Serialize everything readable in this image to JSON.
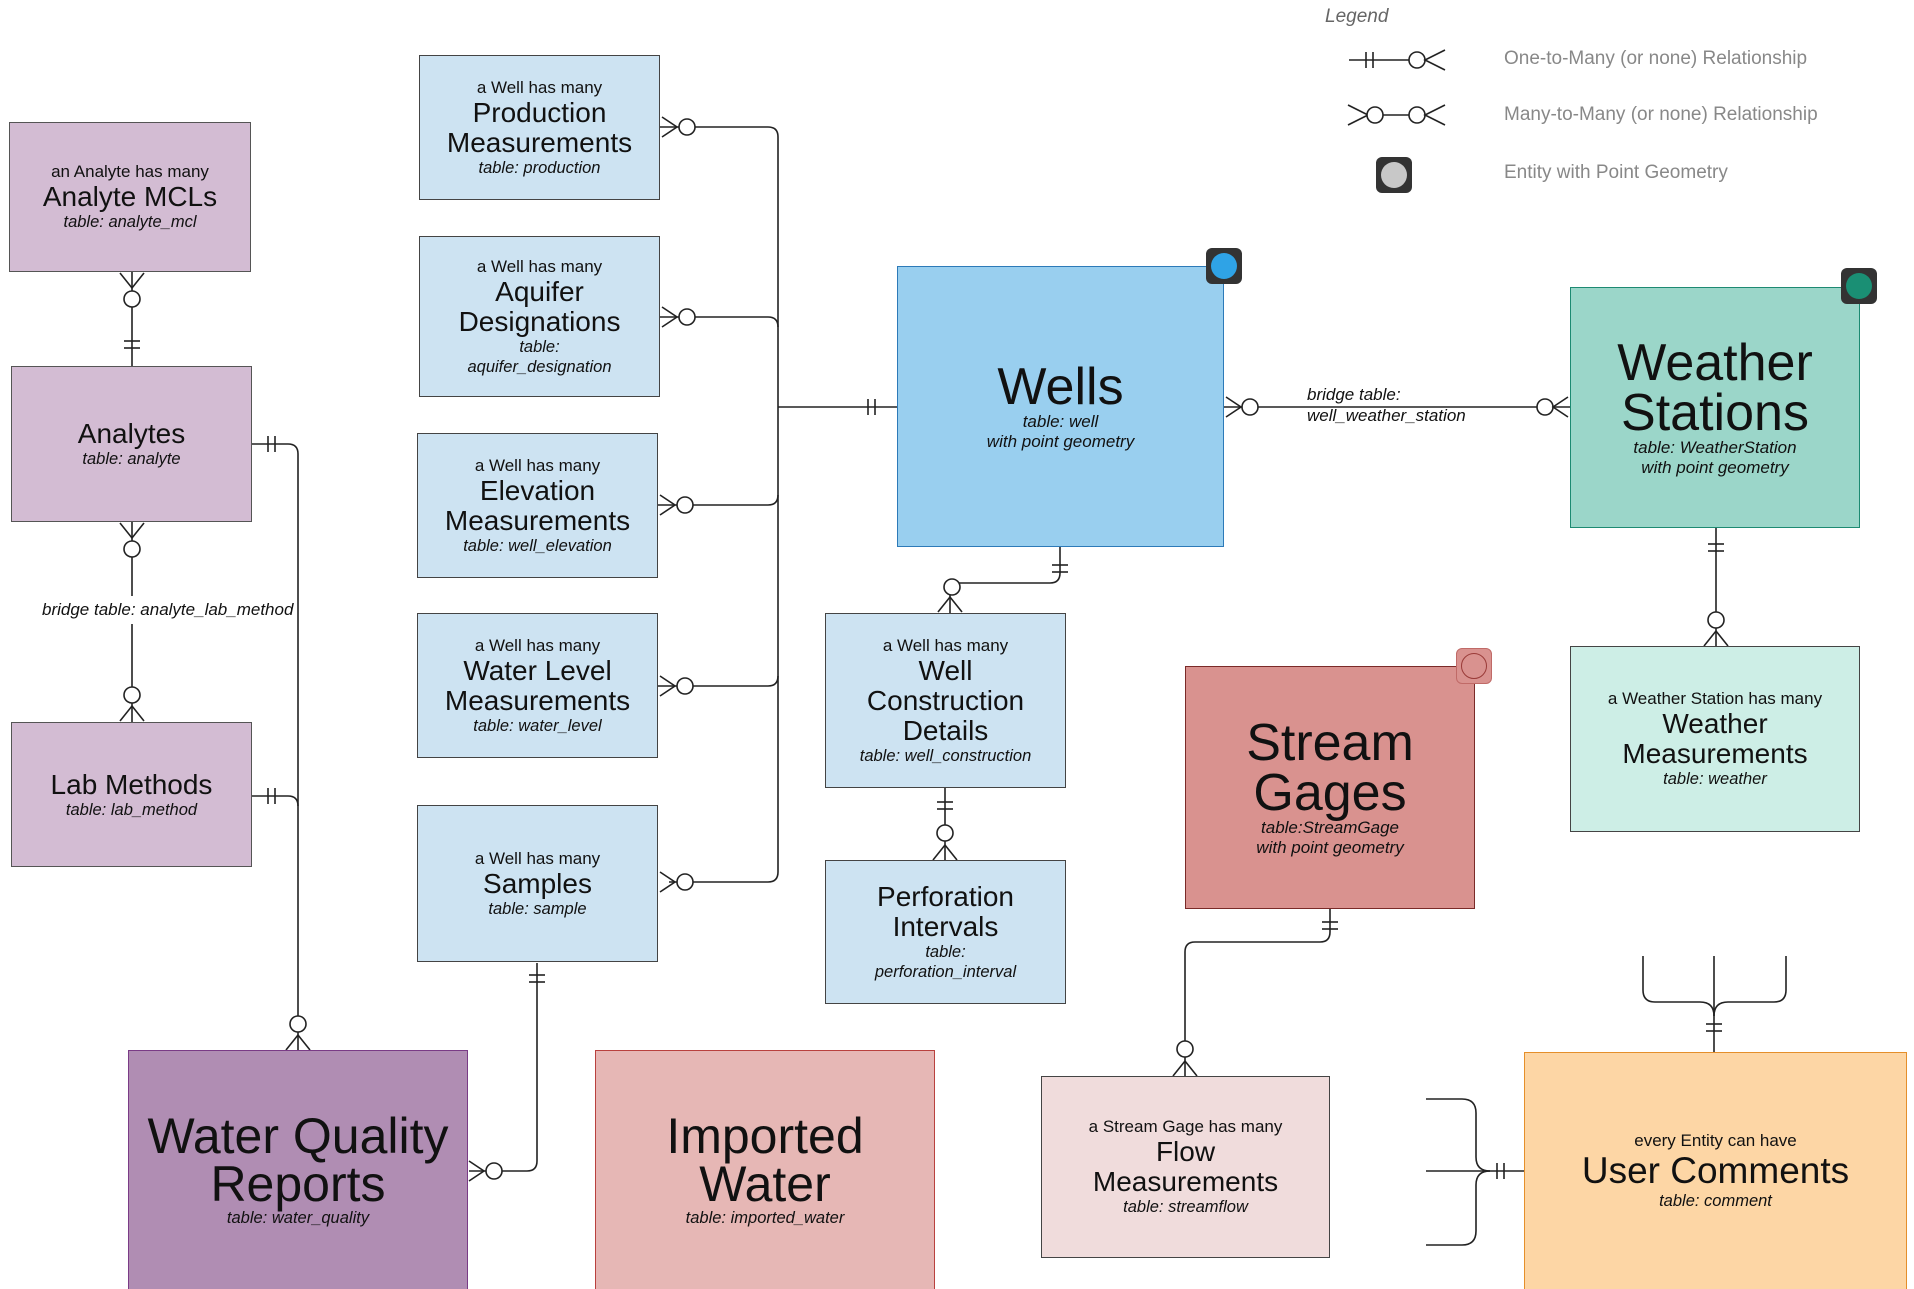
{
  "legend": {
    "title": "Legend",
    "items": [
      {
        "label": "One-to-Many (or none) Relationship",
        "icon": "one-to-many-icon"
      },
      {
        "label": "Many-to-Many (or none) Relationship",
        "icon": "many-to-many-icon"
      },
      {
        "label": "Entity with Point Geometry",
        "icon": "point-geometry-icon"
      }
    ]
  },
  "entities": {
    "analyte_mcls": {
      "pre": "an Analyte has many",
      "name": "Analyte MCLs",
      "table": "table: analyte_mcl"
    },
    "analytes": {
      "name": "Analytes",
      "table": "table: analyte"
    },
    "lab_methods": {
      "name": "Lab Methods",
      "table": "table: lab_method"
    },
    "production": {
      "pre": "a Well has many",
      "name": "Production Measurements",
      "table": "table: production"
    },
    "aquifer": {
      "pre": "a Well has many",
      "name": "Aquifer Designations",
      "table": "table: aquifer_designation"
    },
    "elevation": {
      "pre": "a Well has many",
      "name": "Elevation Measurements",
      "table": "table: well_elevation"
    },
    "water_level": {
      "pre": "a Well has many",
      "name": "Water Level Measurements",
      "table": "table: water_level"
    },
    "samples": {
      "pre": "a Well has many",
      "name": "Samples",
      "table": "table: sample"
    },
    "wells": {
      "name": "Wells",
      "table": "table: well",
      "geometry": "with point geometry"
    },
    "well_construction": {
      "pre": "a Well has many",
      "name": "Well Construction Details",
      "table": "table: well_construction"
    },
    "perforation": {
      "name": "Perforation Intervals",
      "table": "table: perforation_interval"
    },
    "weather_stations": {
      "name": "Weather Stations",
      "table": "table: WeatherStation",
      "geometry": "with point geometry"
    },
    "weather_measurements": {
      "pre": "a Weather Station has many",
      "name": "Weather Measurements",
      "table": "table: weather"
    },
    "stream_gages": {
      "name": "Stream Gages",
      "table": "table:StreamGage",
      "geometry": "with point geometry"
    },
    "flow": {
      "pre": "a Stream Gage has many",
      "name": "Flow Measurements",
      "table": "table: streamflow"
    },
    "water_quality": {
      "name": "Water Quality Reports",
      "table": "table: water_quality"
    },
    "imported_water": {
      "name": "Imported Water",
      "table": "table: imported_water"
    },
    "user_comments": {
      "pre": "every Entity can have",
      "name": "User Comments",
      "table": "table: comment"
    }
  },
  "edge_labels": {
    "analyte_lab_bridge": "bridge table: analyte_lab_method",
    "well_weather_bridge_1": "bridge table:",
    "well_weather_bridge_2": "well_weather_station"
  },
  "colors": {
    "wells_geometry": "#2fa3e6",
    "weather_geometry": "#1a8f74",
    "stream_geometry": "#d9928f",
    "legend_geometry": "#c8c8c8"
  }
}
